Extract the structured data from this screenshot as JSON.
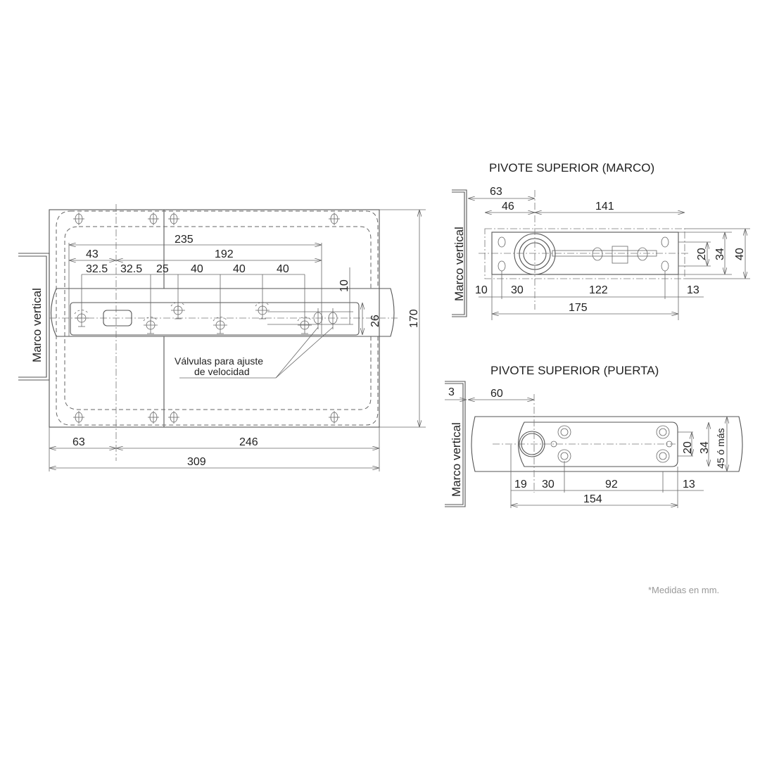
{
  "main_view": {
    "frame_label": "Marco vertical",
    "dimensions": {
      "d235": "235",
      "d43": "43",
      "d192": "192",
      "d32_5a": "32.5",
      "d32_5b": "32.5",
      "d25": "25",
      "d40a": "40",
      "d40b": "40",
      "d40c": "40",
      "d10": "10",
      "d26": "26",
      "d170": "170",
      "d63": "63",
      "d246": "246",
      "d309": "309"
    },
    "callout_line1": "Válvulas para ajuste",
    "callout_line2": "de velocidad"
  },
  "pivot_frame": {
    "title": "PIVOTE SUPERIOR (MARCO)",
    "frame_label": "Marco vertical",
    "dimensions": {
      "d63": "63",
      "d46": "46",
      "d141": "141",
      "d20": "20",
      "d34": "34",
      "d40": "40",
      "d10": "10",
      "d30": "30",
      "d122": "122",
      "d13": "13",
      "d175": "175"
    }
  },
  "pivot_door": {
    "title": "PIVOTE SUPERIOR (PUERTA)",
    "frame_label": "Marco vertical",
    "dimensions": {
      "d3": "3",
      "d60": "60",
      "d20": "20",
      "d34": "34",
      "d45": "45 ó más",
      "d19": "19",
      "d30": "30",
      "d92": "92",
      "d13": "13",
      "d154": "154"
    }
  },
  "footnote": "*Medidas en mm."
}
